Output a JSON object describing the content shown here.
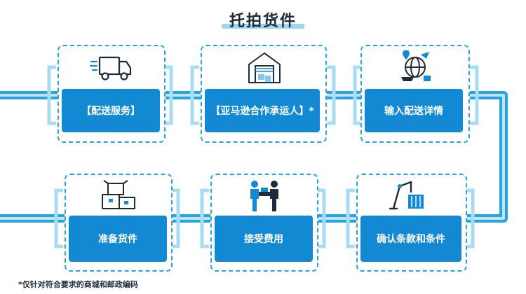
{
  "title": "托拍货件",
  "steps": [
    {
      "label": "【配送服务】",
      "icon": "delivery-truck-icon"
    },
    {
      "label": "【亚马逊合作承运人】*",
      "icon": "warehouse-icon"
    },
    {
      "label": "输入配送详情",
      "icon": "globe-logistics-icon"
    },
    {
      "label": "准备货件",
      "icon": "boxes-icon"
    },
    {
      "label": "接受费用",
      "icon": "handshake-icon"
    },
    {
      "label": "确认条款和条件",
      "icon": "crane-container-icon"
    }
  ],
  "footnote": "*仅针对符合要求的商城和邮政编码",
  "colors": {
    "accent": "#1389d4",
    "track": "#2aa3dd",
    "track_light": "#bfe4f5"
  }
}
